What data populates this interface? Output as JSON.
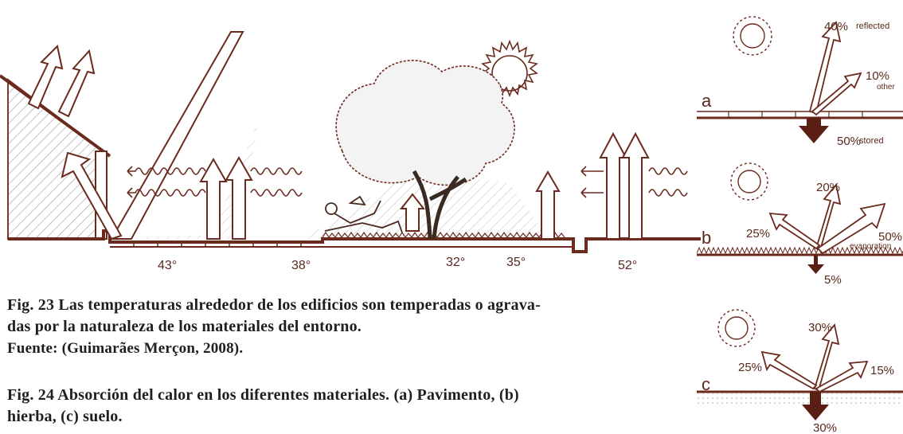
{
  "main_figure": {
    "temperatures": [
      "43°",
      "38°",
      "32°",
      "35°",
      "52°"
    ]
  },
  "side_panels": [
    {
      "letter": "a",
      "labels": [
        "40%",
        "reflected",
        "10%",
        "other",
        "50%",
        "stored"
      ]
    },
    {
      "letter": "b",
      "labels": [
        "20%",
        "25%",
        "50%",
        "evaporation",
        "5%"
      ]
    },
    {
      "letter": "c",
      "labels": [
        "30%",
        "25%",
        "15%",
        "30%"
      ]
    }
  ],
  "captions": {
    "fig23_text": "Fig. 23 Las temperaturas alrededor de los edificios son temperadas o agravadas por la naturaleza de los materiales del entorno.",
    "fig23_line1": "Fig. 23 Las temperaturas alrededor de los edificios son temperadas o agrava-",
    "fig23_line2": "das por la naturaleza de los materiales del entorno.",
    "fig23_source": "Fuente: (Guimarães Merçon, 2008).",
    "fig24_line1": "Fig. 24 Absorción del calor en los diferentes materiales. (a) Pavimento, (b)",
    "fig24_line2": "hierba, (c) suelo."
  }
}
